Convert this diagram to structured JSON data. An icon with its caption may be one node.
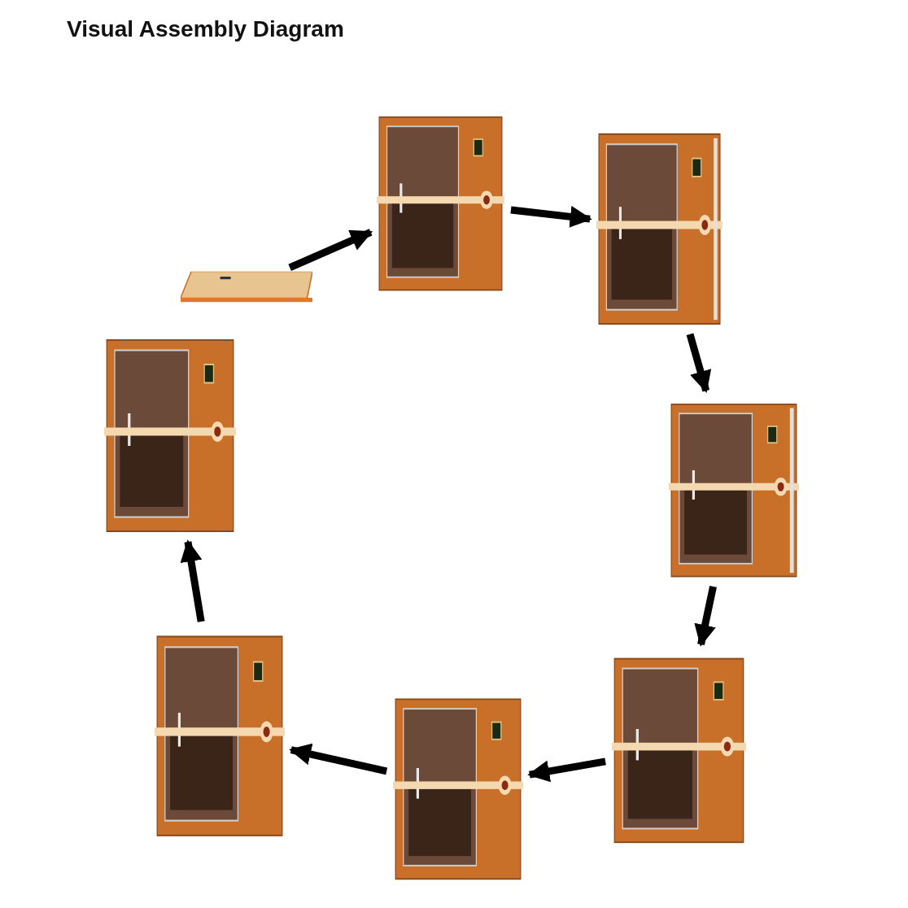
{
  "diagram": {
    "title": "Visual Assembly Diagram",
    "nodes": [
      {
        "text": [],
        "shape": "picture"
      },
      {
        "text": [],
        "shape": "picture"
      },
      {
        "text": [],
        "shape": "picture"
      },
      {
        "text": [],
        "shape": "picture"
      },
      {
        "text": [],
        "shape": "picture"
      },
      {
        "text": [],
        "shape": "picture"
      },
      {
        "text": [],
        "shape": "picture"
      },
      {
        "text": [],
        "shape": "picture"
      }
    ],
    "edges": [
      {
        "from": 0,
        "to": 1,
        "arrow": "to"
      },
      {
        "from": 1,
        "to": 2,
        "arrow": "to"
      },
      {
        "from": 2,
        "to": 3,
        "arrow": "to"
      },
      {
        "from": 3,
        "to": 4,
        "arrow": "to"
      },
      {
        "from": 4,
        "to": 5,
        "arrow": "to"
      },
      {
        "from": 5,
        "to": 6,
        "arrow": "to"
      },
      {
        "from": 6,
        "to": 7,
        "arrow": "to"
      }
    ]
  }
}
